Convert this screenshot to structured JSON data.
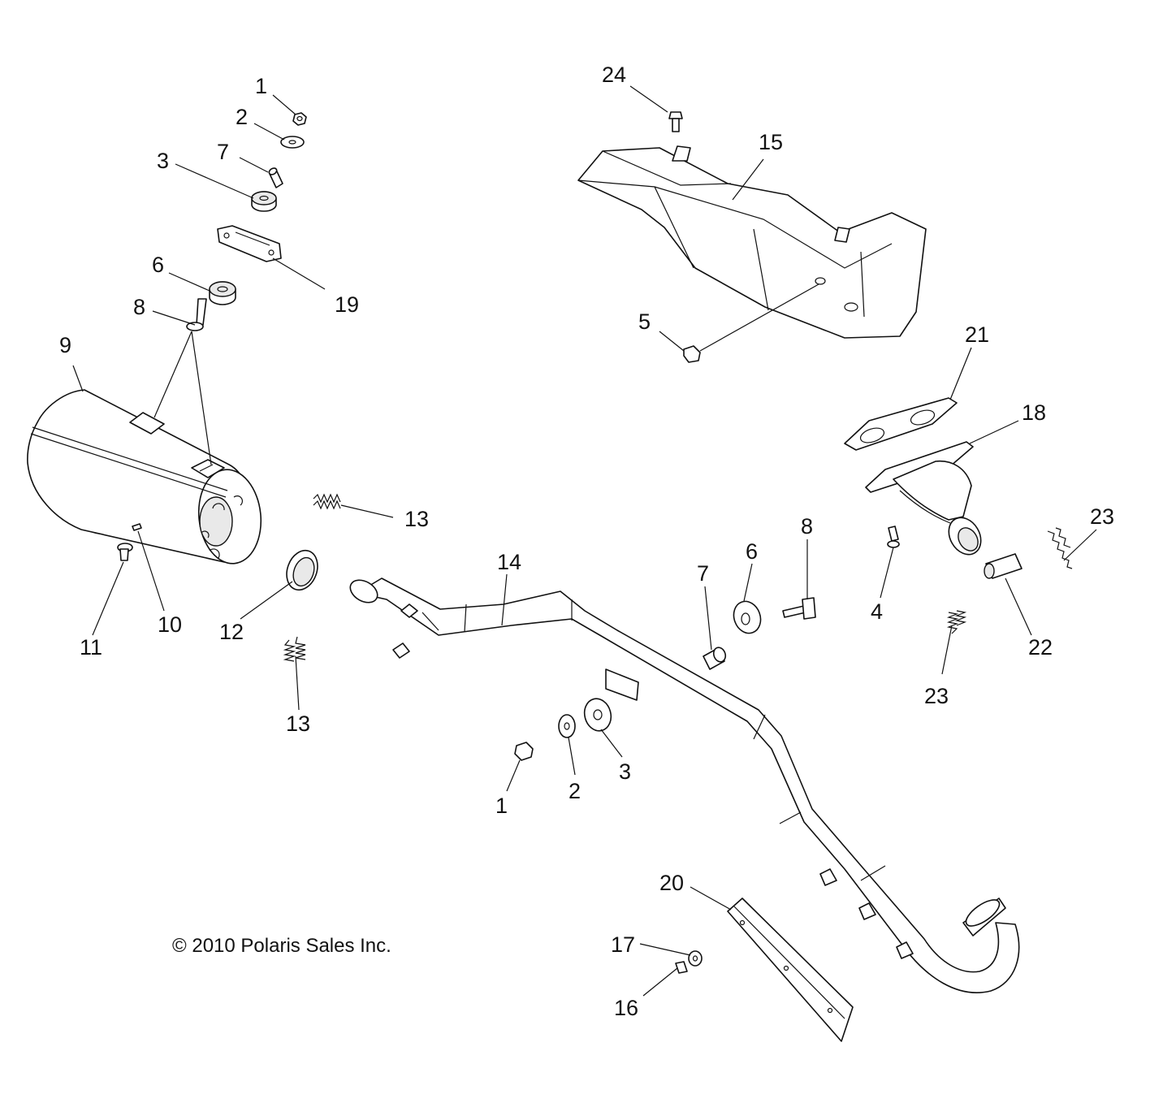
{
  "copyright": "© 2010 Polaris Sales Inc.",
  "callouts": [
    {
      "id": "c1a",
      "text": "1"
    },
    {
      "id": "c2a",
      "text": "2"
    },
    {
      "id": "c7a",
      "text": "7"
    },
    {
      "id": "c3a",
      "text": "3"
    },
    {
      "id": "c6a",
      "text": "6"
    },
    {
      "id": "c19",
      "text": "19"
    },
    {
      "id": "c8a",
      "text": "8"
    },
    {
      "id": "c9",
      "text": "9"
    },
    {
      "id": "c13a",
      "text": "13"
    },
    {
      "id": "c12",
      "text": "12"
    },
    {
      "id": "c10",
      "text": "10"
    },
    {
      "id": "c11",
      "text": "11"
    },
    {
      "id": "c13b",
      "text": "13"
    },
    {
      "id": "c24",
      "text": "24"
    },
    {
      "id": "c15",
      "text": "15"
    },
    {
      "id": "c5",
      "text": "5"
    },
    {
      "id": "c21",
      "text": "21"
    },
    {
      "id": "c18",
      "text": "18"
    },
    {
      "id": "c23a",
      "text": "23"
    },
    {
      "id": "c8b",
      "text": "8"
    },
    {
      "id": "c6b",
      "text": "6"
    },
    {
      "id": "c7b",
      "text": "7"
    },
    {
      "id": "c4",
      "text": "4"
    },
    {
      "id": "c22",
      "text": "22"
    },
    {
      "id": "c23b",
      "text": "23"
    },
    {
      "id": "c14",
      "text": "14"
    },
    {
      "id": "c1b",
      "text": "1"
    },
    {
      "id": "c2b",
      "text": "2"
    },
    {
      "id": "c3b",
      "text": "3"
    },
    {
      "id": "c20",
      "text": "20"
    },
    {
      "id": "c17",
      "text": "17"
    },
    {
      "id": "c16",
      "text": "16"
    }
  ]
}
